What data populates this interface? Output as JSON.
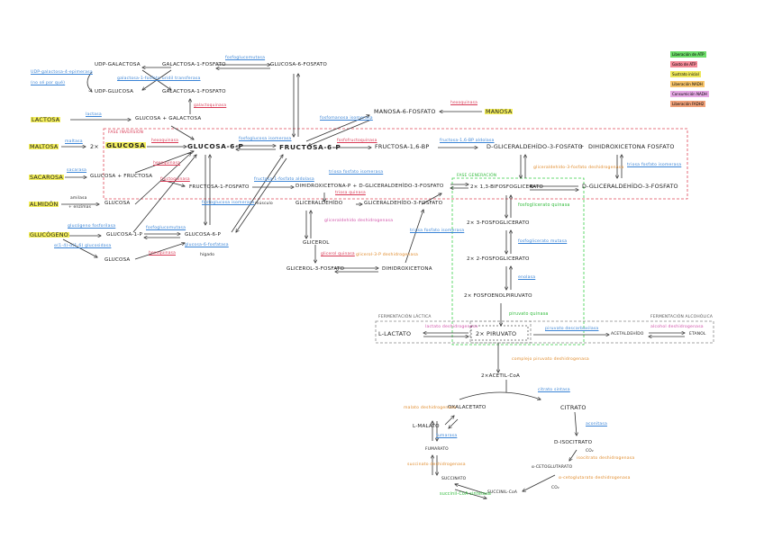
{
  "legend": [
    {
      "label": "Liberación de ATP",
      "color": "#6ddc6a"
    },
    {
      "label": "Gasto de ATP",
      "color": "#f48a98"
    },
    {
      "label": "Sustrato inicial",
      "color": "#eee85a"
    },
    {
      "label": "Liberación NADH",
      "color": "#f7c46a"
    },
    {
      "label": "Consumición NADH",
      "color": "#e7a9e6"
    },
    {
      "label": "Liberación FADH2",
      "color": "#f0a27a"
    }
  ],
  "metabolites": {
    "udp_galactosa": "UDP-GALACTOSA",
    "galactosa_1_fosfato_top": "GALACTOSA-1-FOSFATO",
    "glucosa_6_fosfato_top": "GLUCOSA-6-FOSFATO",
    "udp_glucosa": "UDP-GLUCOSA",
    "galactosa_1_fosfato": "GALACTOSA-1-FOSFATO",
    "lactosa": "LACTOSA",
    "glucosa_galactosa": "GLUCOSA + GALACTOSA",
    "manosa_6_fosfato": "MANOSA-6-FOSFATO",
    "manosa": "MANOSA",
    "maltosa": "MALTOSA",
    "dos_por": "2×",
    "glucosa_main": "GLUCOSA",
    "glucosa_6_p": "GLUCOSA-6-P",
    "fructosa_6_p": "FRUCTOSA-6-P",
    "fructosa_16_bp": "FRUCTOSA-1,6-BP",
    "gliceraldehido_3_fosfato": "D-GLICERALDEHÍDO-3-FOSFATO",
    "mas": "+",
    "dihidroxiacetona_fosfato": "DIHIDROXICETONA FOSFATO",
    "sacarosa": "SACAROSA",
    "glucosa_fructosa": "GLUCOSA + FRUCTOSA",
    "fructosa_1_fosfato": "FRUCTOSA-1-FOSFATO",
    "dihidroxiacetona_p_glic": "DIHIDROXICETONA-P + D-GLICERALDEHÍDO-3-FOSFATO",
    "gliceraldehido_3_fosfato_right": "D-GLICERALDEHÍDO-3-FOSFATO",
    "bifosfoglicerato": "2× 1,3-BIFOSFOGLICERATO",
    "almidon": "ALMIDÓN",
    "glucosa_almidon": "GLUCOSA",
    "gliceraldehido": "GLICERALDEHÍDO",
    "gliceraldehido_3p": "GLICERALDEHÍDO-3-FOSFATO",
    "glucogeno": "GLUCÓGENO",
    "glucosa_1_p": "GLUCOSA-1-P",
    "glucosa_6_p_small": "GLUCOSA-6-P",
    "glucosa_small": "GLUCOSA",
    "glicerol": "GLICEROL",
    "glicerol_3_fosfato": "GLICEROL-3-FOSFATO",
    "dihidroxiacetona": "DIHIDROXICETONA",
    "fosfoglicerato_3": "2× 3-FOSFOGLICERATO",
    "fosfoglicerato_2": "2× 2-FOSFOGLICERATO",
    "fosfoenolpiruvato": "2× FOSFOENOLPIRUVATO",
    "l_lactato": "L-LACTATO",
    "piruvato": "2× PIRUVATO",
    "acetaldehido": "ACETALDEHÍDO",
    "etanol": "ETANOL",
    "acetil_coa": "2×ACETIL-CoA",
    "oxalacetato": "OXALACETATO",
    "citrato": "CITRATO",
    "l_malato": "L-MALATO",
    "d_isocitrato": "D-ISOCITRATO",
    "fumarato": "FUMARATO",
    "alfa_cetoglutarato": "α-CETOGLUTARATO",
    "succinato": "SUCCINATO",
    "succinil_coa": "SUCCINIL-CoA"
  },
  "sections": {
    "fase_inversion": "FASE INVERSIÓN",
    "fase_generacion": "FASE GENERACIÓN",
    "fermentacion_lactica": "FERMENTACIÓN LÁCTICA",
    "fermentacion_alcoholica": "FERMENTACIÓN ALCOHÓLICA"
  },
  "enzymes": {
    "fosfoglucomutasa": "fosfoglucomutasa",
    "udp_galactosa_4_epimerasa": "UDP-galactosa-4-epimerasa",
    "udp_note": "(no sé por qué)",
    "galactosa_1_fosfato_uridil": "galactosa-1-fosfato uridil transferasa",
    "galactoquinasa": "galactoquinasa",
    "lactasa": "lactasa",
    "fosfomanosa_isomerasa": "fosfomanosa isomerasa",
    "hexoquinasa_manosa": "hexoquinasa",
    "maltasa": "maltasa",
    "hexoquinasa_main": "hexoquinasa",
    "fosfoglucosa_isomerasa": "fosfoglucosa isomerasa",
    "fosfofructoquinasa": "fosfofructoquinasa",
    "fructosa_16_bp_aldolasa": "fructosa-1,6-BP aldolasa",
    "triosa_fosfato_isomerasa_right": "triosa fosfato isomerasa",
    "sacarasa": "sacarasa",
    "hexoquinasa_sac": "hexoquinasa",
    "fructoquinasa": "fructoquinasa",
    "fructosa_1_fosfato_aldolasa": "fructosa-1-fosfato aldolasa",
    "triosa_fosfato_isomerasa_mid": "triosa fosfato isomerasa",
    "gliceraldehido_3_fosfato_dh": "gliceraldehído-3-fosfato deshidrogenasa",
    "fosfoglucosa_isomerasa_2": "fosfoglucosa isomerasa",
    "musculo": "músculo",
    "amilasa": "amilasa",
    "enzimas": "+ enzimas",
    "triosa_quinasa": "triosa quinasa",
    "gliceraldehido_dh": "gliceraldehído deshidrogenasa",
    "glicerol_quinasa": "glicerol quinasa",
    "glicerol_3p_dh": "glicerol-3-P deshidrogenasa",
    "triosa_fosfato_isomerasa_low": "triosa fosfato isomerasa",
    "glucogeno_fosforilasa": "glucógeno fosforilasa",
    "alfa_glucosidasa": "α(1-4)-α(1-6) glucosidasa",
    "fosfoglucomutasa_2": "fosfoglucomutasa",
    "glucosa_6_fosfatasa": "glucosa-6-fosfatasa",
    "higado": "hígado",
    "hexoquinasa_glucogeno": "hexoquinasa",
    "fosfoglicerato_quinasa": "fosfoglicerato quinasa",
    "fosfoglicerato_mutasa": "fosfoglicerato mutasa",
    "enolasa": "enolasa",
    "piruvato_quinasa": "piruvato quinasa",
    "lactato_dh": "lactato deshidrogenasa",
    "piruvato_descarboxilasa": "piruvato descarboxilasa",
    "alcohol_dh": "alcohol deshidrogenasa",
    "complejo_piruvato_dh": "complejo piruvato deshidrogenasa",
    "citrato_sintasa": "citrato sintasa",
    "aconitasa": "aconitasa",
    "isocitrato_dh": "isocitrato deshidrogenasa",
    "co2_1": "CO₂",
    "alfa_cetoglutarato_dh": "α-cetoglutarato deshidrogenasa",
    "co2_2": "CO₂",
    "succinil_coa_sintetasa": "succinil-CoA sintetasa",
    "succinato_dh": "succinato deshidrogenasa",
    "fumarasa": "fumarasa",
    "malato_dh": "malato deshidrogenasa"
  }
}
